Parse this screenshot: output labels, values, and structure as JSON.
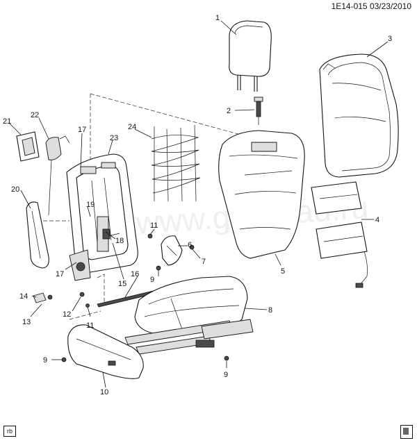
{
  "header": {
    "document_id": "1E14-015  03/23/2010"
  },
  "watermark": "www.gmsklad.ru",
  "footer": {
    "badge": "rb"
  },
  "callouts": [
    {
      "label": "1"
    },
    {
      "label": "2"
    },
    {
      "label": "3"
    },
    {
      "label": "4"
    },
    {
      "label": "5"
    },
    {
      "label": "6"
    },
    {
      "label": "7"
    },
    {
      "label": "8"
    },
    {
      "label": "9"
    },
    {
      "label": "9"
    },
    {
      "label": "9"
    },
    {
      "label": "10"
    },
    {
      "label": "11"
    },
    {
      "label": "11"
    },
    {
      "label": "12"
    },
    {
      "label": "13"
    },
    {
      "label": "14"
    },
    {
      "label": "15"
    },
    {
      "label": "16"
    },
    {
      "label": "17"
    },
    {
      "label": "17"
    },
    {
      "label": "18"
    },
    {
      "label": "19"
    },
    {
      "label": "20"
    },
    {
      "label": "21"
    },
    {
      "label": "22"
    },
    {
      "label": "23"
    },
    {
      "label": "24"
    }
  ]
}
